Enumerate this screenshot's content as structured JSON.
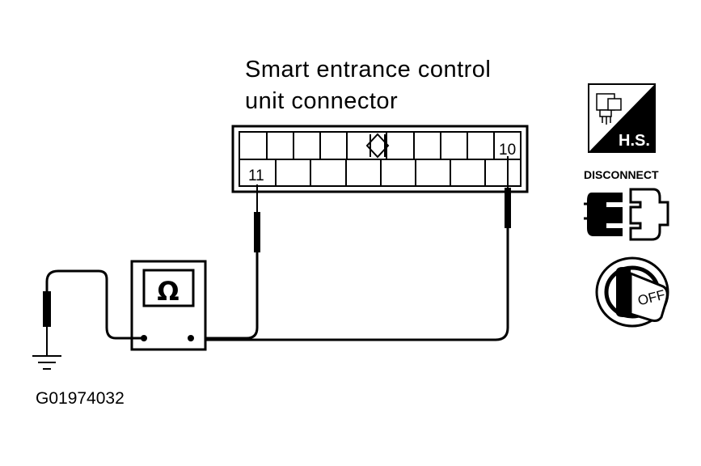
{
  "connector": {
    "title_line1": "Smart entrance control",
    "title_line2": "unit connector",
    "pin_a": "11",
    "pin_b": "10"
  },
  "meter": {
    "symbol": "Ω"
  },
  "figure_code": "G01974032",
  "icons": {
    "harness_side_label": "H.S.",
    "disconnect_label": "DISCONNECT",
    "ignition_label": "OFF",
    "names": [
      "harness-side-icon",
      "disconnect-icon",
      "ignition-off-icon",
      "ground-icon"
    ]
  },
  "colors": {
    "line": "#000000",
    "background": "#ffffff"
  }
}
